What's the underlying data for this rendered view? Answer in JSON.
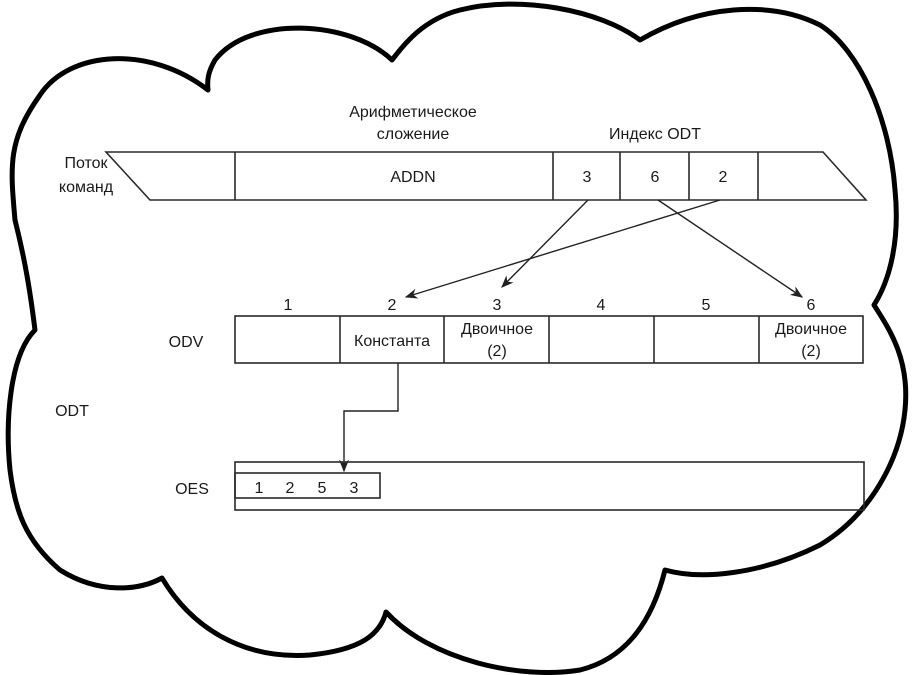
{
  "title": "ODT / ODV / OES instruction encoding diagram",
  "instruction_stream": {
    "label_line1": "Поток",
    "label_line2": "команд",
    "opcode_caption_line1": "Арифметическое",
    "opcode_caption_line2": "сложение",
    "opcode": "ADDN",
    "index_caption": "Индекс ODT",
    "indices": [
      "3",
      "6",
      "2"
    ]
  },
  "odv": {
    "label": "ODV",
    "column_numbers": [
      "1",
      "2",
      "3",
      "4",
      "5",
      "6"
    ],
    "cells": [
      {
        "line1": "",
        "line2": ""
      },
      {
        "line1": "Константа",
        "line2": ""
      },
      {
        "line1": "Двоичное",
        "line2": "(2)"
      },
      {
        "line1": "",
        "line2": ""
      },
      {
        "line1": "",
        "line2": ""
      },
      {
        "line1": "Двоичное",
        "line2": "(2)"
      }
    ]
  },
  "odt_label": "ODT",
  "oes": {
    "label": "OES",
    "values": [
      "1",
      "2",
      "5",
      "3"
    ]
  },
  "links": [
    {
      "from_index": "3",
      "to_odv_column": "3"
    },
    {
      "from_index": "6",
      "to_odv_column": "6"
    },
    {
      "from_index": "2",
      "to_odv_column": "2"
    },
    {
      "from_odv_column": "2",
      "to": "OES"
    }
  ]
}
